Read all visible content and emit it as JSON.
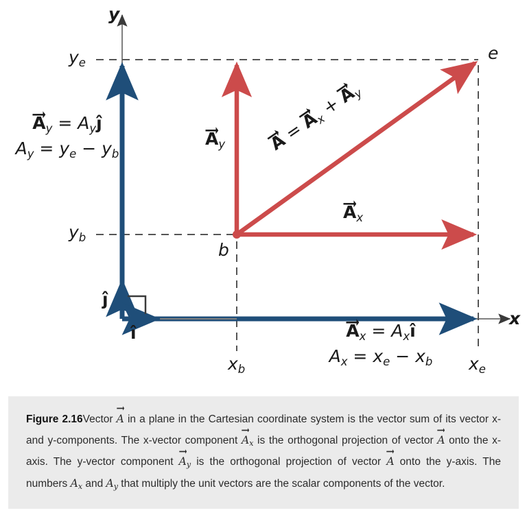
{
  "figure": {
    "number": "Figure 2.16",
    "caption_parts": {
      "p1": "Vector ",
      "m1": "A",
      "p2": " in a plane in the Cartesian coordinate system is the vector sum of its vector x- and y-components. The x-vector component ",
      "m2": "A",
      "m2sub": "x",
      "p3": " is the orthogonal projection of vector ",
      "m3": "A",
      "p4": " onto the x-axis. The y-vector component ",
      "m4": "A",
      "m4sub": "y",
      "p5": " is the orthogonal projection of vector ",
      "m5": "A",
      "p6": " onto the y-axis. The numbers ",
      "m6": "A",
      "m6sub": "x",
      "p7": " and ",
      "m7": "A",
      "m7sub": "y",
      "p8": " that multiply the unit vectors are the scalar components of the vector."
    },
    "caption_full": "Figure 2.16 Vector A in a plane in the Cartesian coordinate system is the vector sum of its vector x- and y-components. The x-vector component Ax is the orthogonal projection of vector A onto the x-axis. The y-vector component Ay is the orthogonal projection of vector A onto the y-axis. The numbers Ax and Ay that multiply the unit vectors are the scalar components of the vector."
  },
  "axes": {
    "y_label": "y",
    "x_label": "x"
  },
  "ticks": {
    "y_end": "y",
    "y_end_sub": "e",
    "y_begin": "y",
    "y_begin_sub": "b",
    "x_begin": "x",
    "x_begin_sub": "b",
    "x_end": "x",
    "x_end_sub": "e"
  },
  "points": {
    "begin": "b",
    "end": "e"
  },
  "unit_vectors": {
    "i_hat": "ı",
    "i_hat_label": "î",
    "j_hat_label": "ĵ"
  },
  "vectors": {
    "A_y_name": "A",
    "A_y_sub": "y",
    "A_x_name": "A",
    "A_x_sub": "x",
    "A_name": "A",
    "sum_expression": "A = A_x + A_y"
  },
  "formulas": {
    "y_line1": {
      "lhs": "A",
      "lhs_sub": "y",
      "eq": " = ",
      "rhs_coeff": "A",
      "rhs_coeff_sub": "y",
      "rhs_unit": "ĵ"
    },
    "y_line2": {
      "lhs": "A",
      "lhs_sub": "y",
      "eq": " = ",
      "t1": "y",
      "t1_sub": "e",
      "minus": " − ",
      "t2": "y",
      "t2_sub": "b"
    },
    "x_line1": {
      "lhs": "A",
      "lhs_sub": "x",
      "eq": " = ",
      "rhs_coeff": "A",
      "rhs_coeff_sub": "x",
      "rhs_unit": "î"
    },
    "x_line2": {
      "lhs": "A",
      "lhs_sub": "x",
      "eq": " = ",
      "t1": "x",
      "t1_sub": "e",
      "minus": " − ",
      "t2": "x",
      "t2_sub": "b"
    }
  },
  "colors": {
    "vector_blue": "#1f4e79",
    "vector_red": "#cc4b4b",
    "axis_gray": "#808080",
    "dashed_gray": "#555555",
    "caption_bg": "#ebebeb",
    "text_dark": "#1a1a1a"
  },
  "chart_data": {
    "type": "diagram",
    "title": "Vector A in the Cartesian plane with x- and y-components",
    "coordinate_points": {
      "b": {
        "x": "x_b",
        "y": "y_b"
      },
      "e": {
        "x": "x_e",
        "y": "y_e"
      }
    },
    "vectors_drawn": [
      {
        "name": "A_y (blue, on y-axis)",
        "from": "origin-ish on y-axis",
        "to": "y_e",
        "color": "#1f4e79"
      },
      {
        "name": "A_x (blue, on x-axis)",
        "from": "origin",
        "to": "x_e",
        "color": "#1f4e79"
      },
      {
        "name": "A_y (red)",
        "from": "b",
        "to": "(x_b, y_e)",
        "color": "#cc4b4b"
      },
      {
        "name": "A_x (red)",
        "from": "b",
        "to": "(x_e, y_b)",
        "color": "#cc4b4b"
      },
      {
        "name": "A (red resultant)",
        "from": "b",
        "to": "e",
        "color": "#cc4b4b"
      },
      {
        "name": "i-hat unit vector",
        "from": "origin",
        "to": "(1,0)",
        "color": "#1f4e79"
      },
      {
        "name": "j-hat unit vector",
        "from": "origin",
        "to": "(0,1)",
        "color": "#1f4e79"
      }
    ],
    "dashed_guides": [
      "y = y_e",
      "y = y_b",
      "x = x_b",
      "x = x_e"
    ]
  }
}
